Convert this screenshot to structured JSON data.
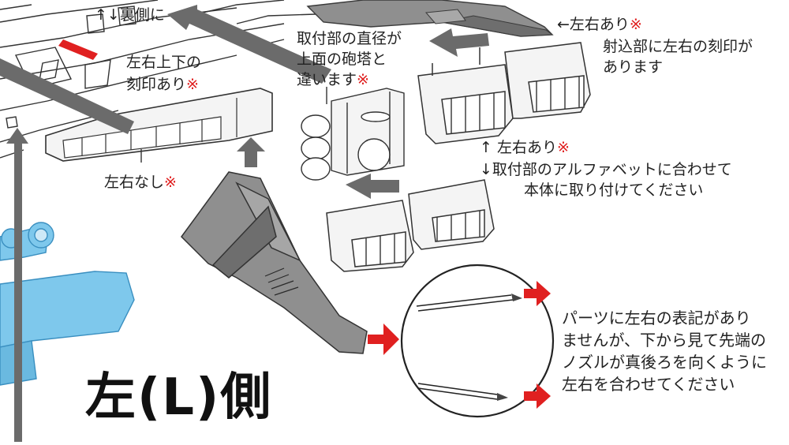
{
  "labels": {
    "ura": {
      "text": "↑↓裏側に"
    },
    "sayu_joge": {
      "text": "左右上下の"
    },
    "kokuin": {
      "text": "刻印あり",
      "mark": "※"
    },
    "sayu_nashi": {
      "text": "左右なし",
      "mark": "※"
    },
    "toritsuke1": {
      "text": "取付部の直径が"
    },
    "toritsuke2": {
      "text": "上面の砲塔と"
    },
    "toritsuke3": {
      "text": "違います",
      "mark": "※"
    },
    "sayu_ari_top": {
      "text": "←左右あり",
      "mark": "※"
    },
    "shako1": {
      "text": "射込部に左右の刻印が"
    },
    "shako2": {
      "text": "あります"
    },
    "sayu_ari_mid": {
      "text": "↑ 左右あり",
      "mark": "※"
    },
    "alpha1": {
      "text": "↓取付部のアルファベットに合わせて"
    },
    "alpha2": {
      "text": "本体に取り付けてください"
    },
    "note1": {
      "text": "パーツに左右の表記があり"
    },
    "note2": {
      "text": "ませんが、下から見て先端の"
    },
    "note3": {
      "text": "ノズルが真後ろを向くように"
    },
    "note4": {
      "text": "左右を合わせてください"
    },
    "side_title": {
      "text": "左(L)側"
    }
  },
  "colors": {
    "part_gray": "#8f8f8f",
    "part_dark": "#6e6e6e",
    "part_line": "#3a3a3a",
    "blue_part": "#7ec8ec",
    "blue_dark": "#3a8fc0",
    "arrow_gray": "#6b6b6b",
    "accent_red": "#e02020"
  }
}
